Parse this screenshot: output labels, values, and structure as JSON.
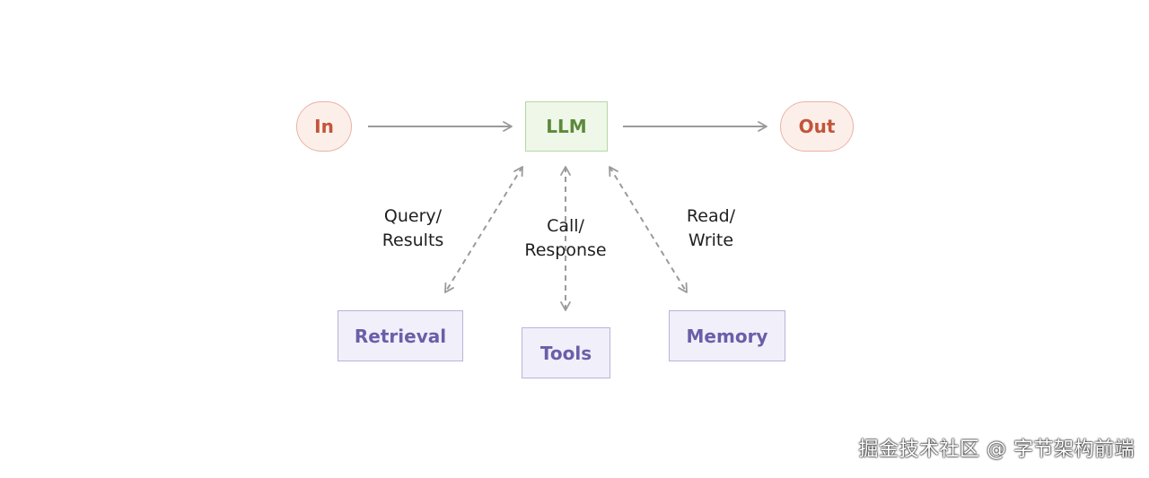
{
  "nodes": {
    "input": "In",
    "llm": "LLM",
    "output": "Out",
    "retrieval": "Retrieval",
    "tools": "Tools",
    "memory": "Memory"
  },
  "edge_labels": {
    "retrieval": [
      "Query/",
      "Results"
    ],
    "tools": [
      "Call/",
      "Response"
    ],
    "memory": [
      "Read/",
      "Write"
    ]
  },
  "watermark": "掘金技术社区 @ 字节架构前端",
  "colors": {
    "io_text": "#c2553a",
    "llm_text": "#5d8a3a",
    "aug_text": "#6b5ea8",
    "arrow": "#9a9a9a"
  }
}
